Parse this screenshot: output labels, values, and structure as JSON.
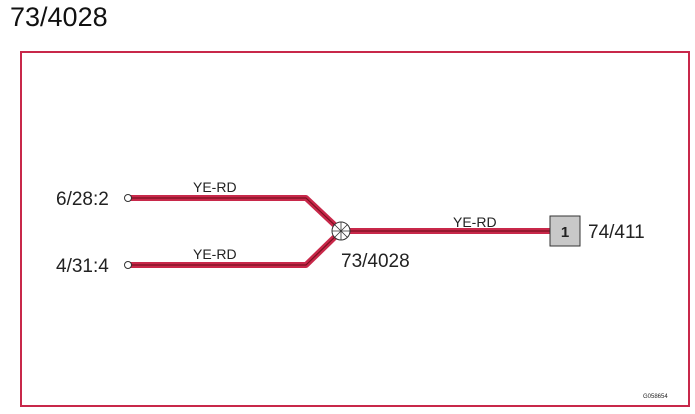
{
  "title": "73/4028",
  "colors": {
    "frame": "#c8284a",
    "wire_outer": "#c8284a",
    "wire_inner": "#7a1020",
    "connector_fill": "#c8c8c8"
  },
  "terminals": [
    {
      "label": "6/28:2"
    },
    {
      "label": "4/31:4"
    }
  ],
  "wires": [
    {
      "color_code": "YE-RD"
    },
    {
      "color_code": "YE-RD"
    },
    {
      "color_code": "YE-RD"
    }
  ],
  "splice": {
    "label": "73/4028",
    "icon": "splice-junction-icon"
  },
  "connector": {
    "pin": "1",
    "label": "74/411"
  },
  "figure_id": "G058654"
}
